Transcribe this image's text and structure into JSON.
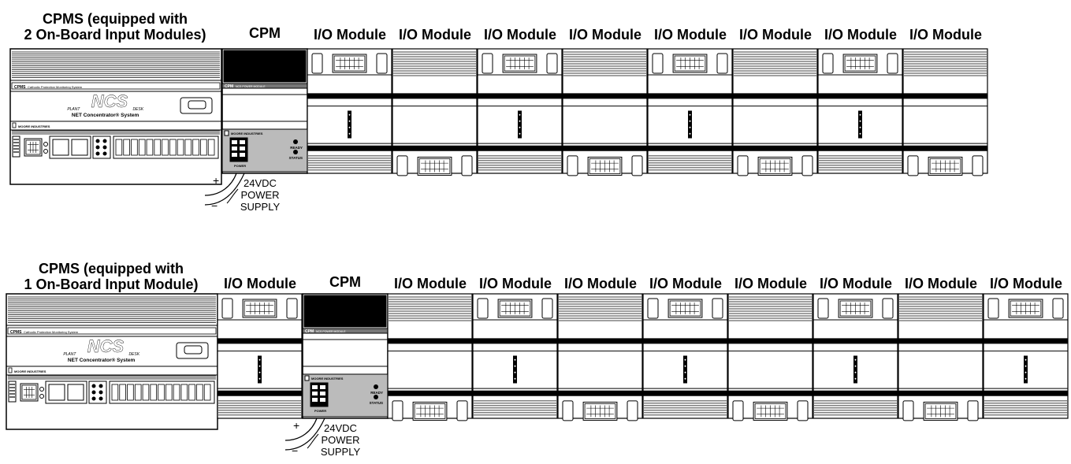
{
  "rows": [
    {
      "cpms_title_line1": "CPMS (equipped with",
      "cpms_title_line2": "2 On-Board Input Modules)",
      "modules": [
        "CPM",
        "I/O Module",
        "I/O Module",
        "I/O Module",
        "I/O Module",
        "I/O Module",
        "I/O Module",
        "I/O Module",
        "I/O Module"
      ]
    },
    {
      "cpms_title_line1": "CPMS (equipped with",
      "cpms_title_line2": "1 On-Board Input Module)",
      "modules": [
        "I/O Module",
        "CPM",
        "I/O Module",
        "I/O Module",
        "I/O Module",
        "I/O Module",
        "I/O Module",
        "I/O Module",
        "I/O Module",
        "I/O Module"
      ]
    }
  ],
  "cpms_panel": {
    "system_label": "CPMS",
    "system_sub": "Cathodic Protection Monitoring System",
    "logo": "NCS",
    "plant": "PLANT",
    "desk": "DESK",
    "brand": "NET Concentrator® System",
    "maker": "MOORE INDUSTRIES"
  },
  "cpm_panel": {
    "label": "CPM",
    "sub": "NCS POWER MODULE",
    "maker": "MOORE INDUSTRIES",
    "ready": "READY",
    "status": "STATUS",
    "power": "POWER"
  },
  "power_supply": {
    "plus": "+",
    "minus": "−",
    "line1": "24VDC",
    "line2": "POWER",
    "line3": "SUPPLY"
  }
}
